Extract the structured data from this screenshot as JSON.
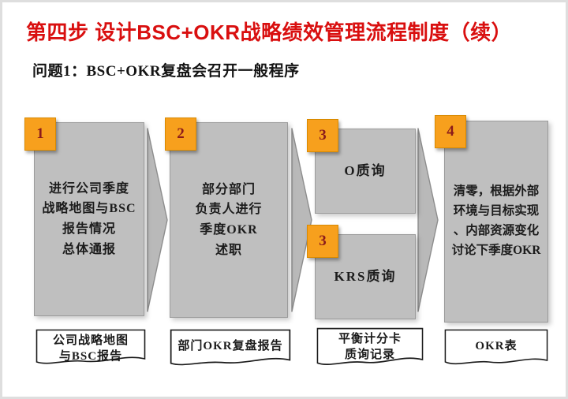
{
  "page": {
    "title": "第四步  设计BSC+OKR战略绩效管理流程制度（续）",
    "subtitle": "问题1：BSC+OKR复盘会召开一般程序"
  },
  "steps": [
    {
      "number": "1",
      "box_text": "进行公司季度\n战略地图与BSC\n报告情况\n总体通报",
      "doc_lines": [
        "公司战略地图",
        "与BSC报告"
      ]
    },
    {
      "number": "2",
      "box_text": "部分部门\n负责人进行\n季度OKR\n述职",
      "doc_lines": [
        "部门OKR复盘报告"
      ]
    },
    {
      "number": "3",
      "box_text": "O质询",
      "number_b": "3",
      "box_text_b": "KRS质询",
      "doc_lines": [
        "平衡计分卡",
        "质询记录"
      ]
    },
    {
      "number": "4",
      "box_text": "清零，根据外部\n环境与目标实现\n、内部资源变化\n讨论下季度OKR",
      "doc_lines": [
        "OKR表"
      ]
    }
  ],
  "icons": {
    "flow_arrow": "right-pointing-triangle",
    "doc_shape": "wavy-bottom-document"
  },
  "colors": {
    "title_red": "#d90f0f",
    "badge_orange": "#f7a01d",
    "badge_number_maroon": "#8b1b1b",
    "box_gray": "#bfbfbf",
    "arrow_gray": "#b9b9b9",
    "doc_border": "#1a1a1a",
    "frame_gray": "#dedede"
  }
}
